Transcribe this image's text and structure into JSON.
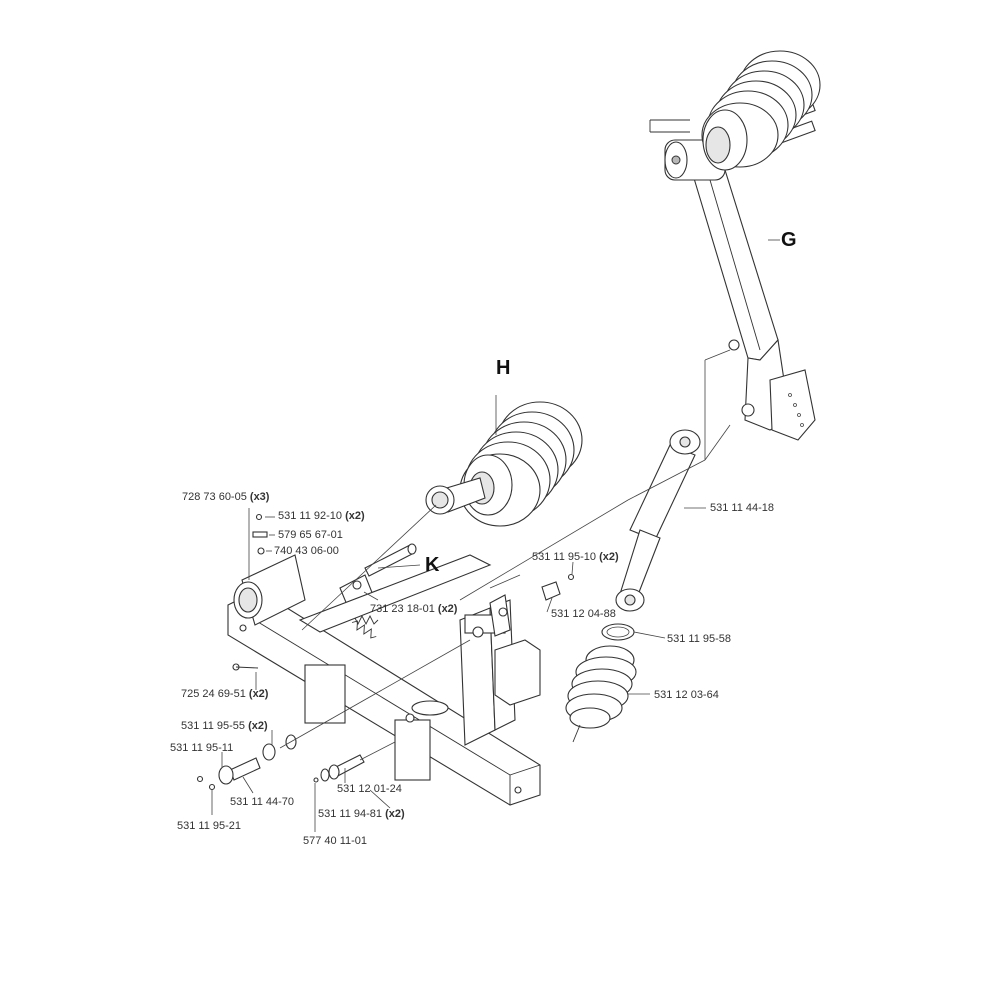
{
  "assembly_letters": {
    "g": "G",
    "h": "H",
    "k": "K"
  },
  "callouts": [
    {
      "id": "c1",
      "part": "728 73 60-05",
      "qty": "(x3)"
    },
    {
      "id": "c2",
      "part": "531 11 92-10",
      "qty": "(x2)"
    },
    {
      "id": "c3",
      "part": "579 65 67-01",
      "qty": ""
    },
    {
      "id": "c4",
      "part": "740 43 06-00",
      "qty": ""
    },
    {
      "id": "c5",
      "part": "731 23 18-01",
      "qty": "(x2)"
    },
    {
      "id": "c6",
      "part": "725 24 69-51",
      "qty": "(x2)"
    },
    {
      "id": "c7",
      "part": "531 11 95-55",
      "qty": "(x2)"
    },
    {
      "id": "c8",
      "part": "531 11 95-11",
      "qty": ""
    },
    {
      "id": "c9",
      "part": "531 11 44-70",
      "qty": ""
    },
    {
      "id": "c10",
      "part": "531 11 95-21",
      "qty": ""
    },
    {
      "id": "c11",
      "part": "577 40 11-01",
      "qty": ""
    },
    {
      "id": "c12",
      "part": "531 12 01-24",
      "qty": ""
    },
    {
      "id": "c13",
      "part": "531 11 94-81",
      "qty": "(x2)"
    },
    {
      "id": "c14",
      "part": "531 11 95-10",
      "qty": "(x2)"
    },
    {
      "id": "c15",
      "part": "531 12 04-88",
      "qty": ""
    },
    {
      "id": "c16",
      "part": "531 11 44-18",
      "qty": ""
    },
    {
      "id": "c17",
      "part": "531 11 95-58",
      "qty": ""
    },
    {
      "id": "c18",
      "part": "531 12 03-64",
      "qty": ""
    }
  ]
}
